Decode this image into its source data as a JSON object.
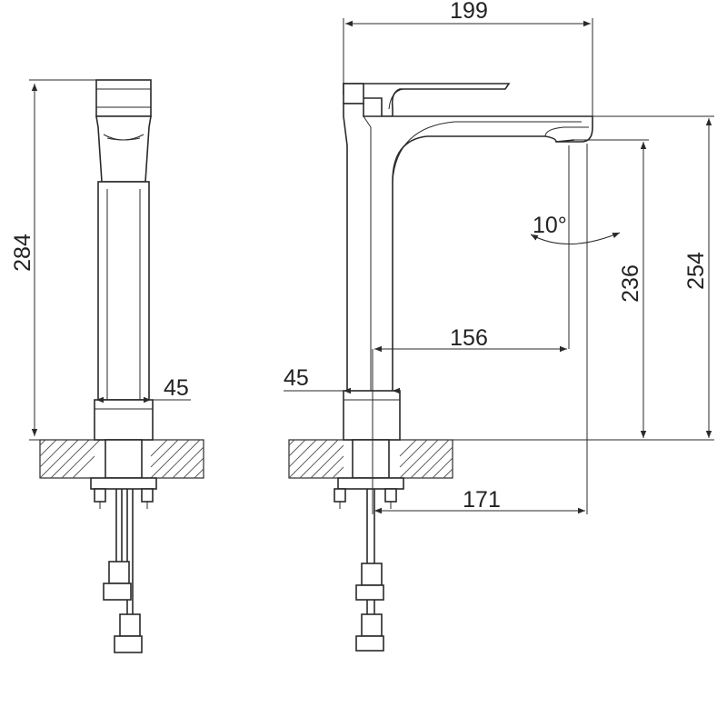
{
  "drawing": {
    "dimensions": {
      "overall_width": "199",
      "front_height": "284",
      "front_base_width": "45",
      "side_base_width": "45",
      "spout_reach": "156",
      "outlet_offset": "171",
      "outlet_height": "236",
      "spout_height": "254",
      "spout_angle": "10°"
    }
  }
}
